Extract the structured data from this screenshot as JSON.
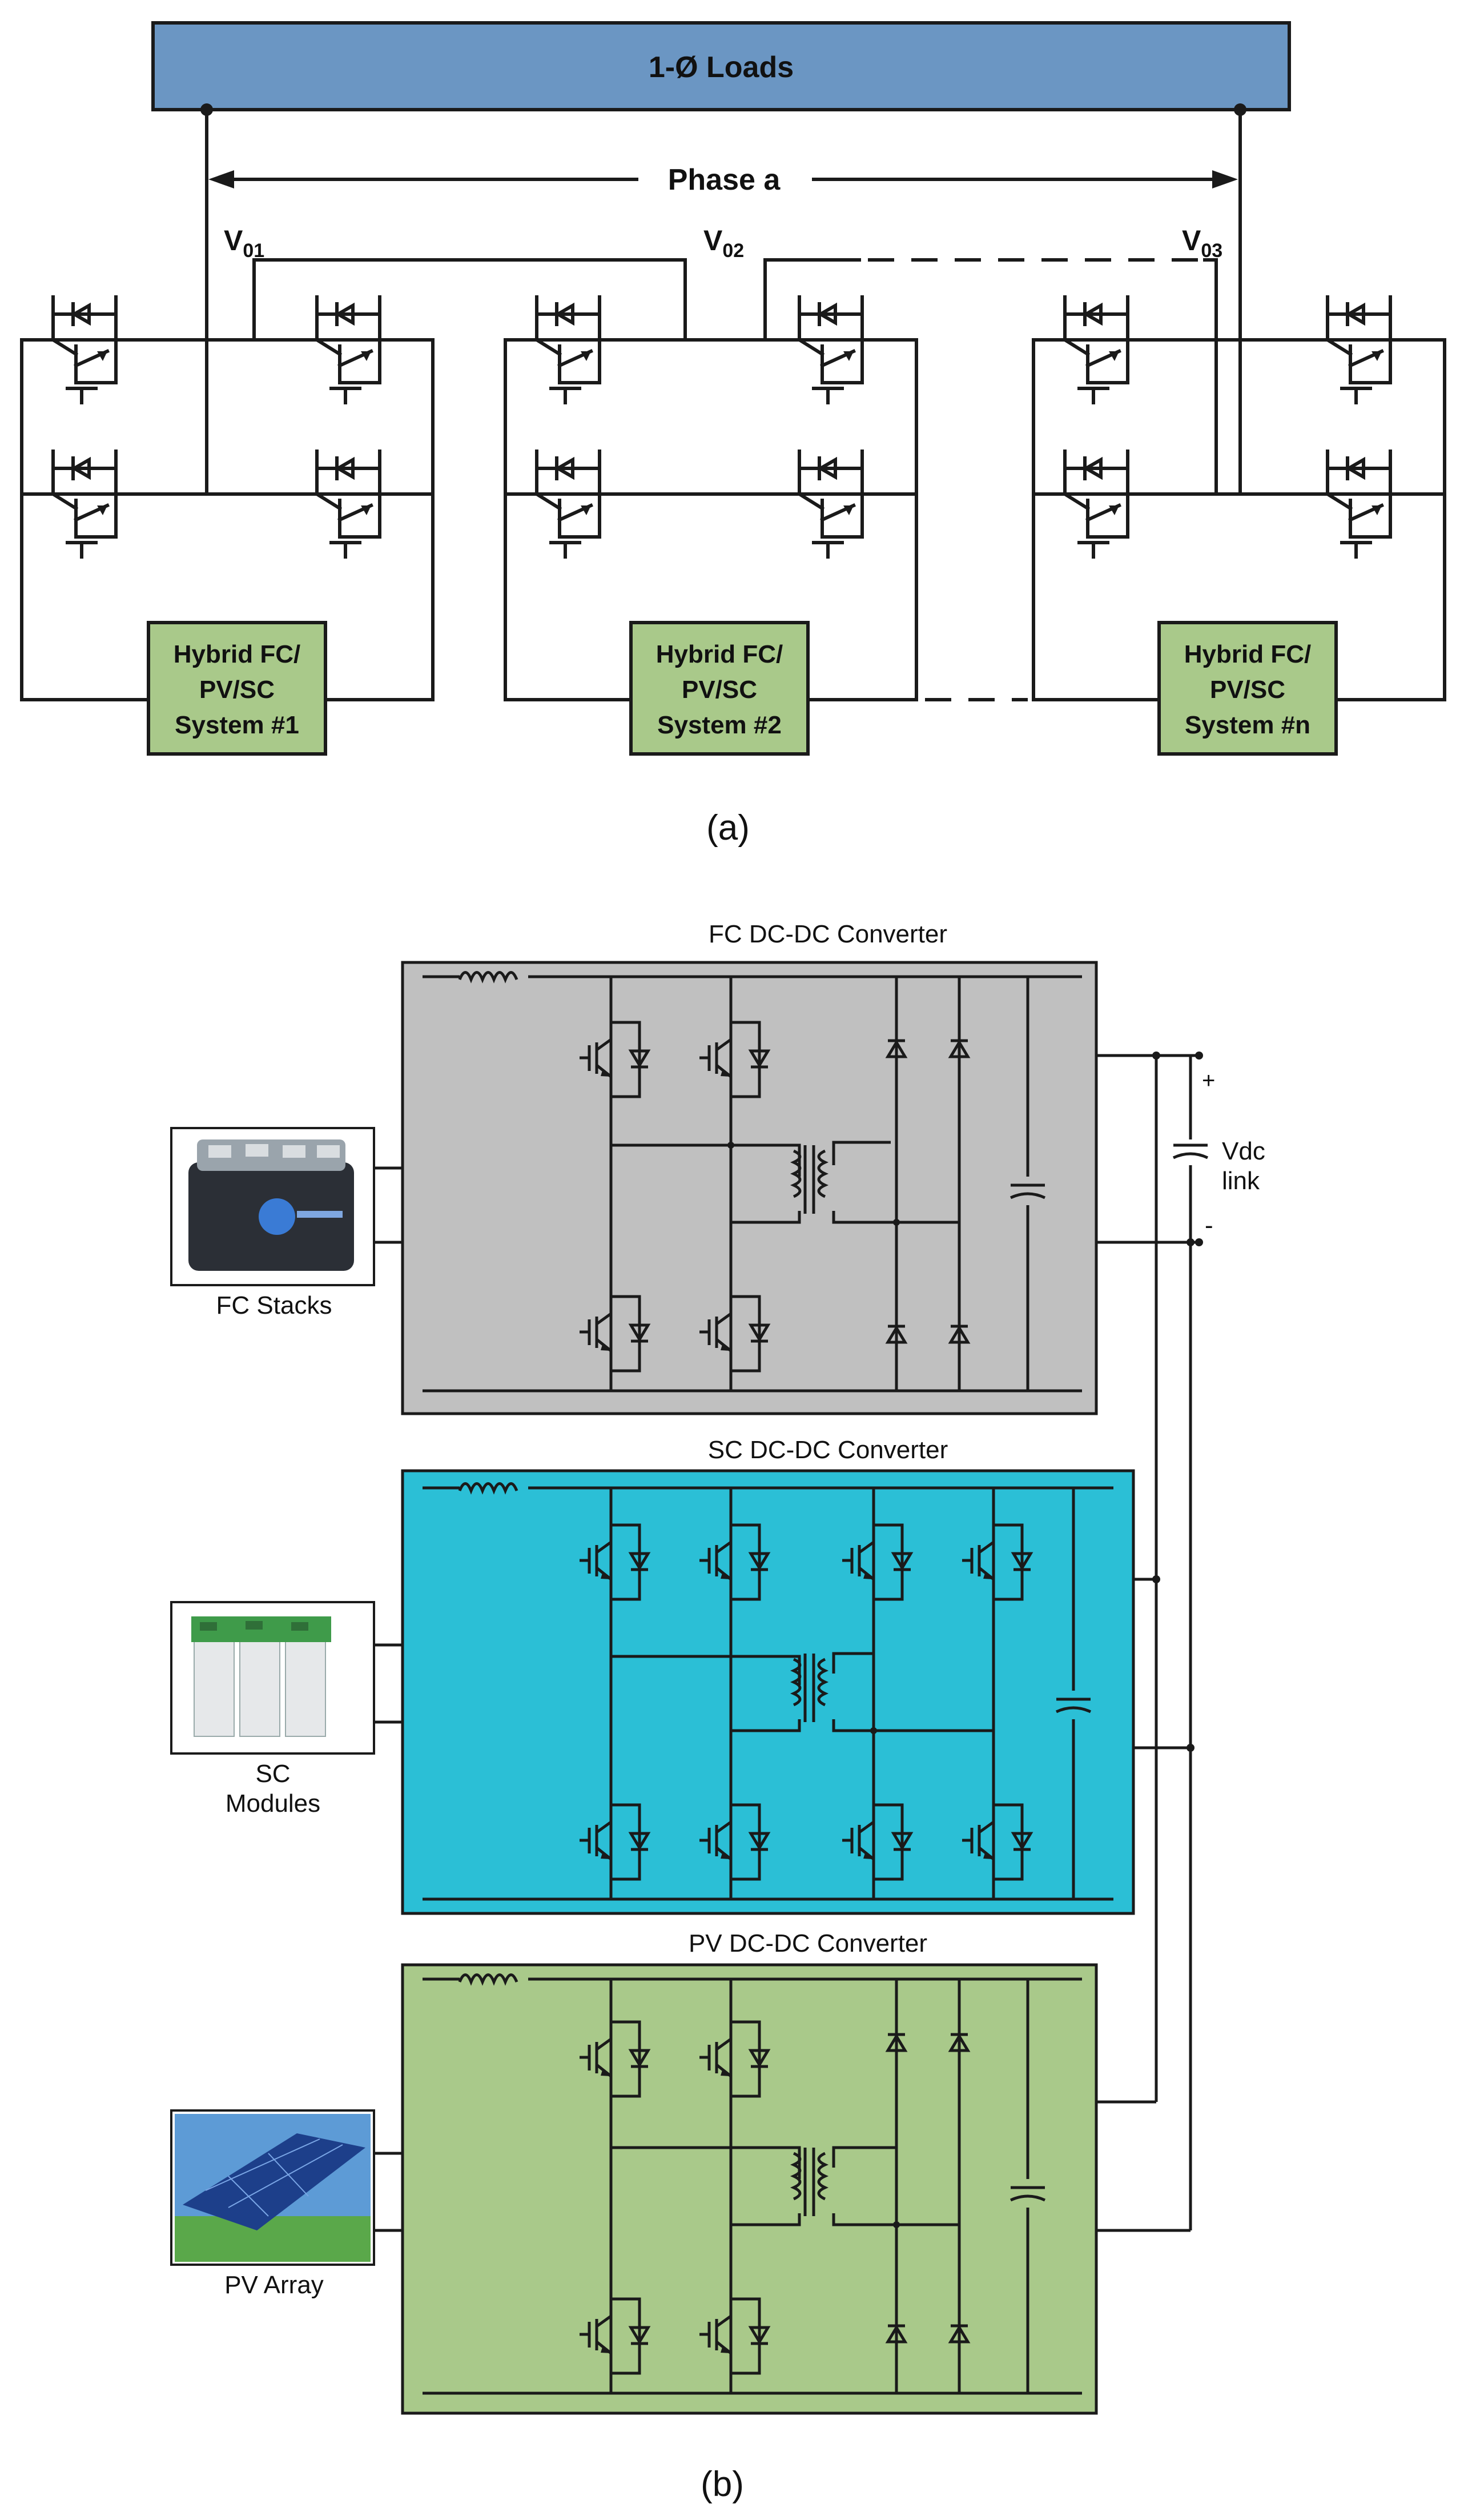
{
  "panel_a": {
    "loads_label": "1-Ø Loads",
    "phase_label": "Phase a",
    "voltages": [
      {
        "main": "V",
        "sub": "01"
      },
      {
        "main": "V",
        "sub": "02"
      },
      {
        "main": "V",
        "sub": "03"
      }
    ],
    "systems": [
      {
        "line1": "Hybrid FC/",
        "line2": "PV/SC",
        "line3": "System #1"
      },
      {
        "line1": "Hybrid FC/",
        "line2": "PV/SC",
        "line3": "System #2"
      },
      {
        "line1": "Hybrid FC/",
        "line2": "PV/SC",
        "line3": "System #n"
      }
    ],
    "caption": "(a)"
  },
  "panel_b": {
    "converters": [
      {
        "title": "FC DC-DC Converter",
        "source": [
          "FC Stacks"
        ],
        "source_icon": "fuel-cell-stack-icon"
      },
      {
        "title": "SC DC-DC Converter",
        "source": [
          "SC",
          "Modules"
        ],
        "source_icon": "supercapacitor-modules-icon"
      },
      {
        "title": "PV DC-DC Converter",
        "source": [
          "PV Array"
        ],
        "source_icon": "solar-panel-icon"
      }
    ],
    "dc_link": {
      "line1": "Vdc",
      "line2": "link",
      "plus": "+",
      "minus": "-"
    },
    "caption": "(b)"
  },
  "colors": {
    "loads_bar": "#6b96c3",
    "system_box": "#a9c98a",
    "fc_bg": "#c0c0c0",
    "sc_bg": "#2bbfd6",
    "pv_bg": "#a9c98a"
  }
}
